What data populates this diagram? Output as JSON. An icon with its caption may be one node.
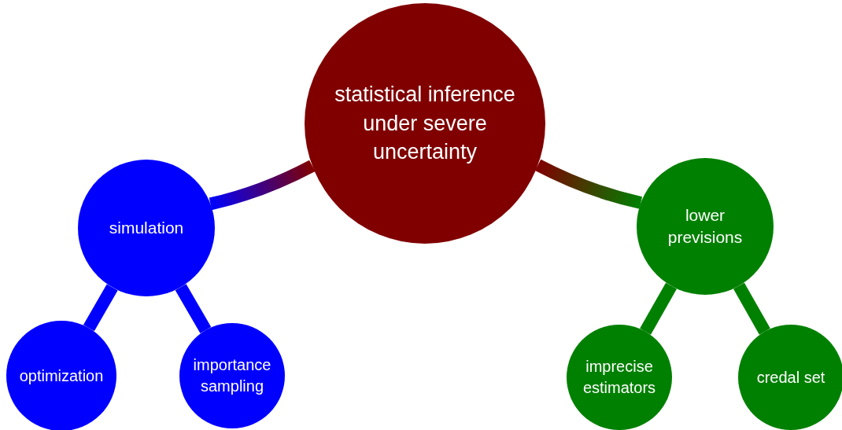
{
  "diagram": {
    "nodes": [
      {
        "text": [
          "statistical inference under severe uncertainty"
        ]
      },
      {
        "text": [
          "simulation"
        ]
      },
      {
        "text": [
          "lower previsions"
        ]
      },
      {
        "text": [
          "optimization"
        ]
      },
      {
        "text": [
          "importance sampling"
        ]
      },
      {
        "text": [
          "imprecise estimators"
        ]
      },
      {
        "text": [
          "credal set"
        ]
      }
    ],
    "edges": [
      {
        "from": 0,
        "to": 1,
        "arrow": "none"
      },
      {
        "from": 0,
        "to": 2,
        "arrow": "none"
      },
      {
        "from": 1,
        "to": 3,
        "arrow": "none"
      },
      {
        "from": 1,
        "to": 4,
        "arrow": "none"
      },
      {
        "from": 2,
        "to": 5,
        "arrow": "none"
      },
      {
        "from": 2,
        "to": 6,
        "arrow": "none"
      }
    ]
  }
}
